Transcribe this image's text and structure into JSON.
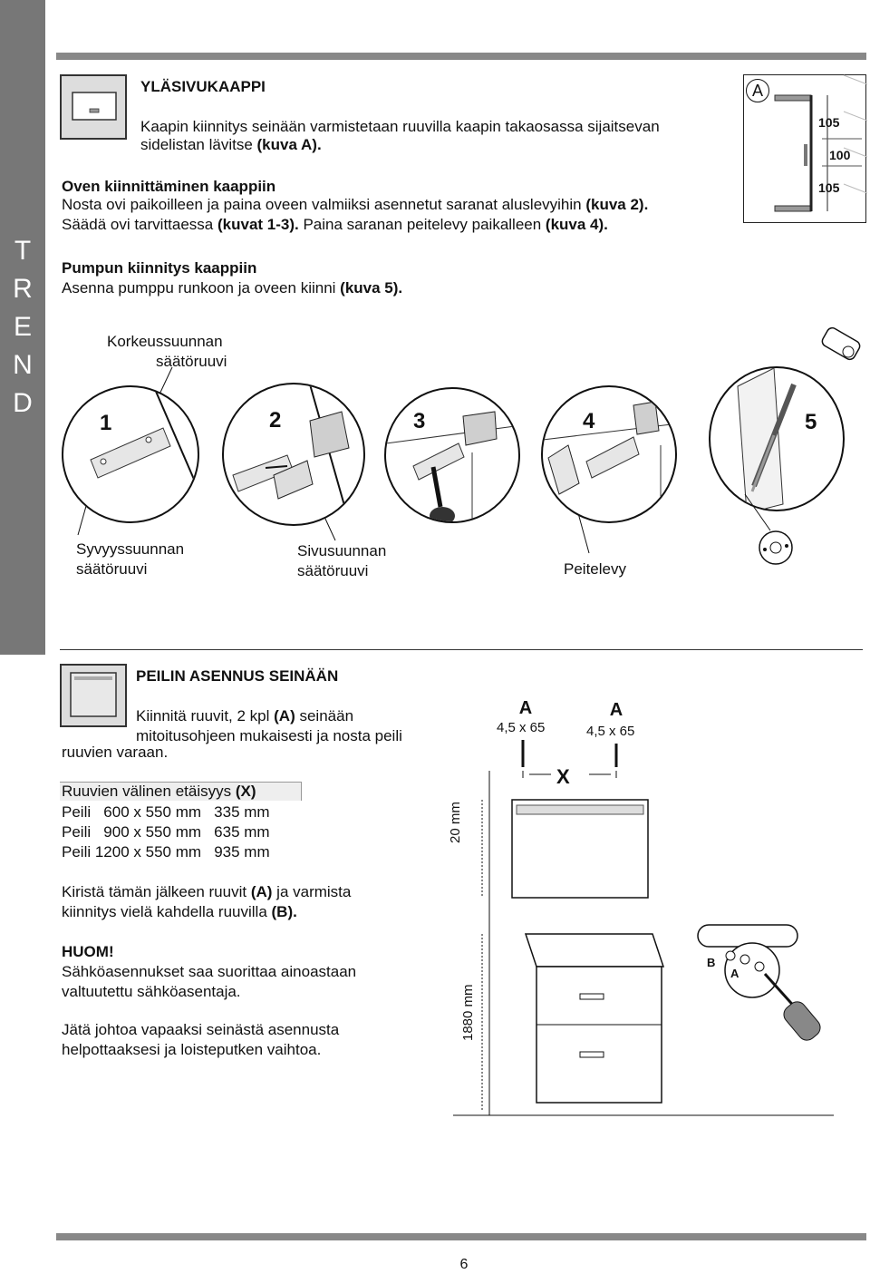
{
  "side_tab": {
    "letters": [
      "T",
      "R",
      "E",
      "N",
      "D"
    ]
  },
  "section1": {
    "title": "YLÄSIVUKAAPPI",
    "line1": "Kaapin kiinnitys seinään varmistetaan ruuvilla kaapin takaosassa sijaitsevan",
    "line2_plain": "sidelistan lävitse ",
    "line2_bold": "(kuva A).",
    "door_title": "Oven kiinnittäminen kaappiin",
    "door_l1_plain": "Nosta ovi paikoilleen ja paina oveen valmiiksi asennetut saranat aluslevyihin ",
    "door_l1_bold": "(kuva 2).",
    "door_l2_plain1": "Säädä ovi tarvittaessa ",
    "door_l2_bold1": "(kuvat 1-3).",
    "door_l2_plain2": " Paina saranan peitelevy paikalleen ",
    "door_l2_bold2": "(kuva 4).",
    "pump_title": "Pumpun kiinnitys kaappiin",
    "pump_plain": "Asenna pumppu runkoon ja oveen kiinni ",
    "pump_bold": "(kuva 5).",
    "fig_a_label": "A",
    "fig_a_dims": [
      "105",
      "100",
      "105"
    ]
  },
  "hinge_figures": {
    "top_label_l1": "Korkeussuunnan",
    "top_label_l2": "säätöruuvi",
    "numbers": [
      "1",
      "2",
      "3",
      "4",
      "5"
    ],
    "label_depth_l1": "Syvyyssuunnan",
    "label_depth_l2": "säätöruuvi",
    "label_side_l1": "Sivusuunnan",
    "label_side_l2": "säätöruuvi",
    "label_cover": "Peitelevy"
  },
  "section2": {
    "title": "PEILIN ASENNUS SEINÄÄN",
    "l1_plain1": "Kiinnitä ruuvit, 2 kpl ",
    "l1_bold": "(A)",
    "l1_plain2": " seinään",
    "l2": "mitoitusohjeen mukaisesti ja nosta peili",
    "l3": "ruuvien varaan.",
    "dist_title_plain": "Ruuvien välinen etäisyys ",
    "dist_title_bold": "(X)",
    "dist_rows": [
      "Peili   600 x 550 mm   335 mm",
      "Peili   900 x 550 mm   635 mm",
      "Peili 1200 x 550 mm   935 mm"
    ],
    "tighten_l1_plain1": "Kiristä tämän jälkeen ruuvit ",
    "tighten_l1_bold": "(A)",
    "tighten_l1_plain2": " ja varmista",
    "tighten_l2_plain": "kiinnitys vielä kahdella ruuvilla ",
    "tighten_l2_bold": "(B).",
    "huom": "HUOM!",
    "huom_l1": "Sähköasennukset saa suorittaa ainoastaan",
    "huom_l2": "valtuutettu sähköasentaja.",
    "cable_l1": "Jätä johtoa vapaaksi seinästä asennusta",
    "cable_l2": "helpottaaksesi  ja loisteputken vaihtoa.",
    "screw_a_label": "A",
    "screw_spec": "4,5 x 65",
    "x_label": "X",
    "dim_20": "20 mm",
    "dim_1880": "1880 mm",
    "detail_b": "B",
    "detail_a": "A"
  },
  "footer": {
    "page_number": "6"
  }
}
